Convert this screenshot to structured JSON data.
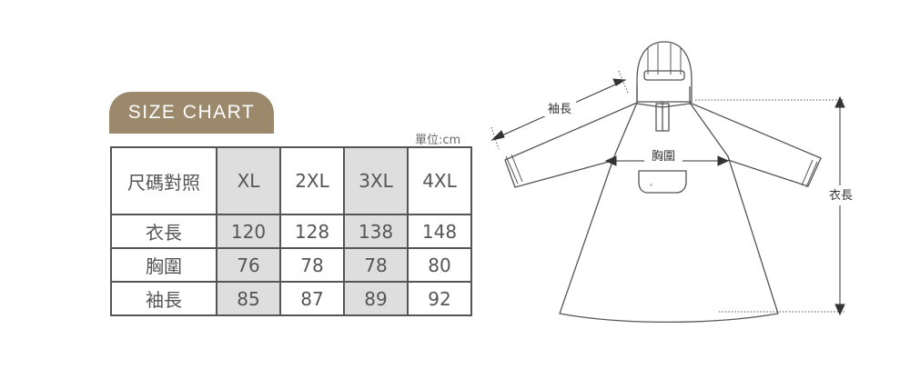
{
  "title": "SIZE CHART",
  "unit": "單位:cm",
  "table": {
    "header": [
      "尺碼對照",
      "XL",
      "2XL",
      "3XL",
      "4XL"
    ],
    "rows": [
      {
        "label": "衣長",
        "values": [
          "120",
          "128",
          "138",
          "148"
        ]
      },
      {
        "label": "胸圍",
        "values": [
          "76",
          "78",
          "78",
          "80"
        ]
      },
      {
        "label": "袖長",
        "values": [
          "85",
          "87",
          "89",
          "92"
        ]
      }
    ]
  },
  "diagram": {
    "sleeve_label": "袖長",
    "chest_label": "胸圍",
    "length_label": "衣長"
  },
  "colors": {
    "badge": "#9c896c",
    "shaded_column": "#dedede",
    "line": "#555555"
  }
}
